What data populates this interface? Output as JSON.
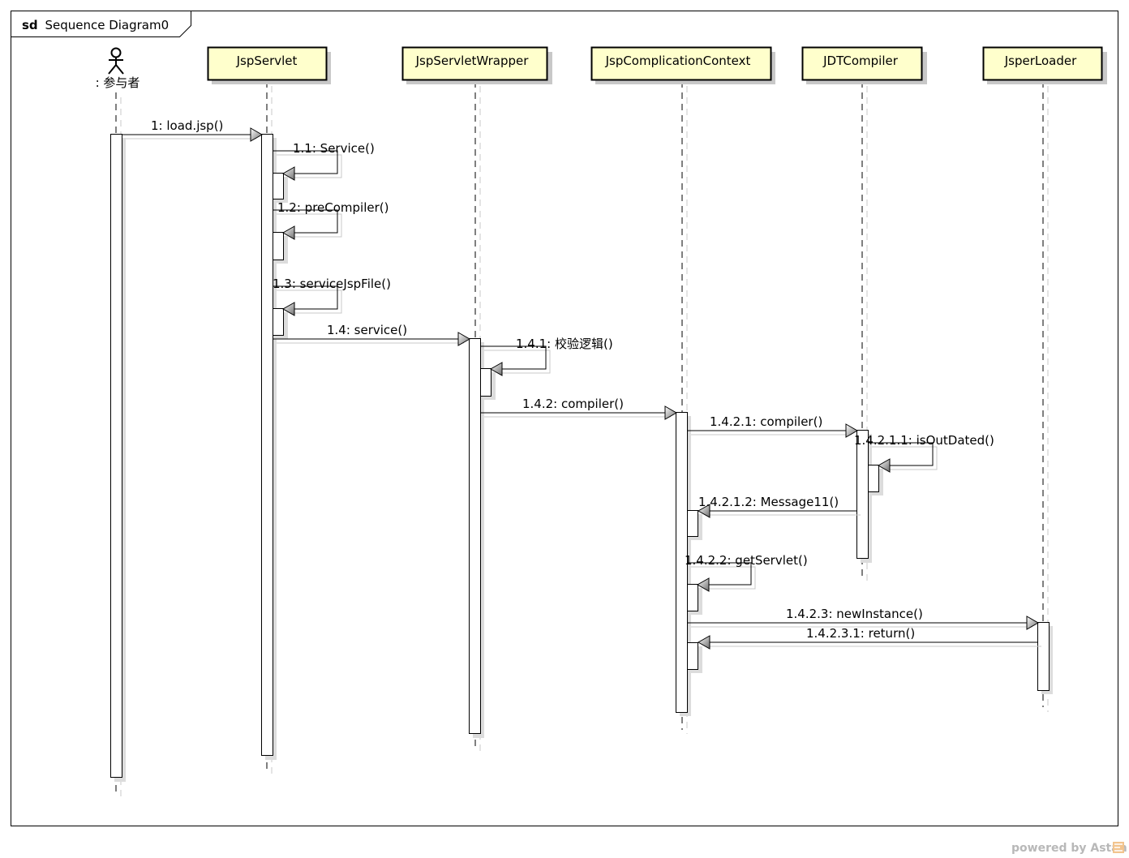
{
  "frame": {
    "keyword": "sd",
    "name": "Sequence Diagram0"
  },
  "actor": {
    "label": ": 参与者"
  },
  "lifelines": [
    {
      "id": "jsp_servlet",
      "label": "JspServlet"
    },
    {
      "id": "jsp_servlet_wrapper",
      "label": "JspServletWrapper"
    },
    {
      "id": "jsp_compilation_context",
      "label": "JspComplicationContext"
    },
    {
      "id": "jdt_compiler",
      "label": "JDTCompiler"
    },
    {
      "id": "jsper_loader",
      "label": "JsperLoader"
    }
  ],
  "messages": [
    {
      "label": "1: load.jsp()",
      "from": "actor",
      "to": "jsp_servlet",
      "kind": "call"
    },
    {
      "label": "1.1: Service()",
      "from": "jsp_servlet",
      "to": "jsp_servlet",
      "kind": "self"
    },
    {
      "label": "1.2: preCompiler()",
      "from": "jsp_servlet",
      "to": "jsp_servlet",
      "kind": "self"
    },
    {
      "label": "1.3: serviceJspFile()",
      "from": "jsp_servlet",
      "to": "jsp_servlet",
      "kind": "self"
    },
    {
      "label": "1.4: service()",
      "from": "jsp_servlet",
      "to": "jsp_servlet_wrapper",
      "kind": "call"
    },
    {
      "label": "1.4.1: 校验逻辑()",
      "from": "jsp_servlet_wrapper",
      "to": "jsp_servlet_wrapper",
      "kind": "self"
    },
    {
      "label": "1.4.2: compiler()",
      "from": "jsp_servlet_wrapper",
      "to": "jsp_compilation_context",
      "kind": "call"
    },
    {
      "label": "1.4.2.1: compiler()",
      "from": "jsp_compilation_context",
      "to": "jdt_compiler",
      "kind": "call"
    },
    {
      "label": "1.4.2.1.1: isOutDated()",
      "from": "jdt_compiler",
      "to": "jdt_compiler",
      "kind": "self"
    },
    {
      "label": "1.4.2.1.2: Message11()",
      "from": "jdt_compiler",
      "to": "jsp_compilation_context",
      "kind": "call"
    },
    {
      "label": "1.4.2.2: getServlet()",
      "from": "jsp_compilation_context",
      "to": "jsp_compilation_context",
      "kind": "self"
    },
    {
      "label": "1.4.2.3: newInstance()",
      "from": "jsp_compilation_context",
      "to": "jsper_loader",
      "kind": "call"
    },
    {
      "label": "1.4.2.3.1: return()",
      "from": "jsper_loader",
      "to": "jsp_compilation_context",
      "kind": "call"
    }
  ],
  "watermark": {
    "text": "powered by Astah"
  },
  "colors": {
    "lifeline_fill": "#ffffcc",
    "shadow": "#c8c8c8",
    "arrow_fill": "#808080",
    "line": "#000000"
  }
}
